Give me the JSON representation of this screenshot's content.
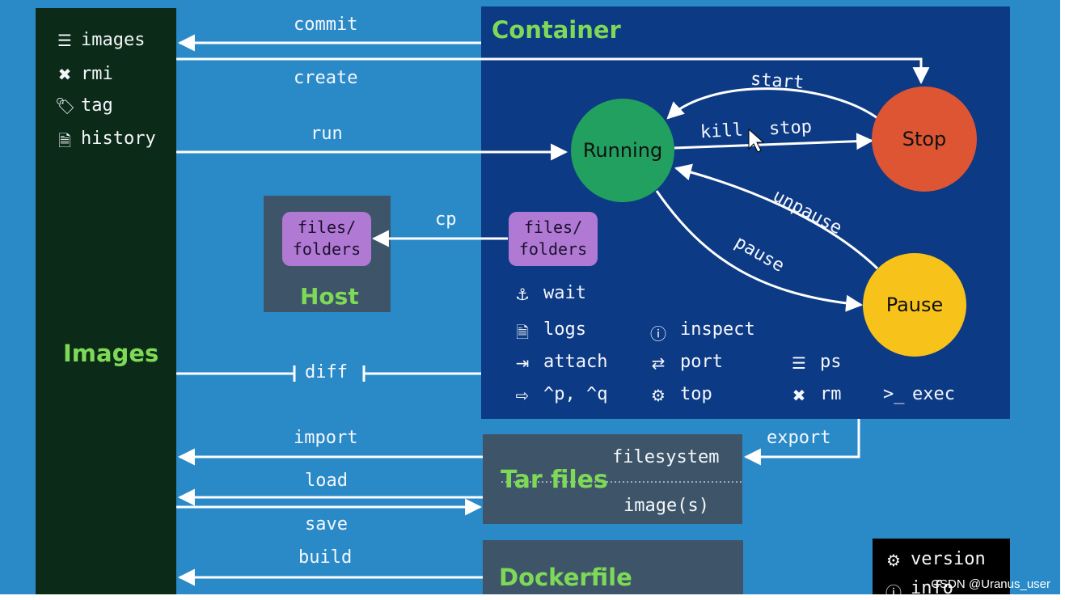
{
  "images_menu": {
    "items": [
      {
        "icon": "list-icon",
        "label": "images"
      },
      {
        "icon": "x-icon",
        "label": "rmi"
      },
      {
        "icon": "tag-icon",
        "label": "tag"
      },
      {
        "icon": "document-icon",
        "label": "history"
      }
    ],
    "title": "Images"
  },
  "container": {
    "title": "Container",
    "states": {
      "running": "Running",
      "stop": "Stop",
      "pause": "Pause"
    },
    "transitions": {
      "start": "start",
      "kill": "kill",
      "stop": "stop",
      "unpause": "unpause",
      "pause": "pause"
    },
    "files": "files/\nfolders",
    "commands": [
      {
        "icon": "anchor-icon",
        "label": "wait"
      },
      {
        "icon": "document-icon",
        "label": "logs"
      },
      {
        "icon": "info-icon",
        "label": "inspect"
      },
      {
        "icon": "attach-icon",
        "label": "attach"
      },
      {
        "icon": "exchange-icon",
        "label": "port"
      },
      {
        "icon": "list-icon",
        "label": "ps"
      },
      {
        "icon": "detach-icon",
        "label": "^p, ^q"
      },
      {
        "icon": "gears-icon",
        "label": "top"
      },
      {
        "icon": "x-icon",
        "label": "rm"
      },
      {
        "icon": "terminal-icon",
        "label": "exec"
      }
    ]
  },
  "host": {
    "title": "Host",
    "files": "files/\nfolders"
  },
  "edges": {
    "commit": "commit",
    "create": "create",
    "run": "run",
    "cp": "cp",
    "diff": "diff",
    "import": "import",
    "load": "load",
    "save": "save",
    "build": "build",
    "export": "export"
  },
  "tar": {
    "title": "Tar files",
    "filesystem": "filesystem",
    "images": "image(s)"
  },
  "dockerfile": {
    "title": "Dockerfile"
  },
  "misc": {
    "version": "version",
    "info": "info"
  },
  "watermark": "CSDN @Uranus_user",
  "colors": {
    "background": "#2a8ac8",
    "images_panel": "#0b2a17",
    "container_panel": "#0d3a85",
    "gray_panel": "#3e5569",
    "running": "#22a060",
    "stop": "#dd5533",
    "pause": "#f7c21a",
    "files": "#b07ad4",
    "title_green": "#7ed957"
  }
}
